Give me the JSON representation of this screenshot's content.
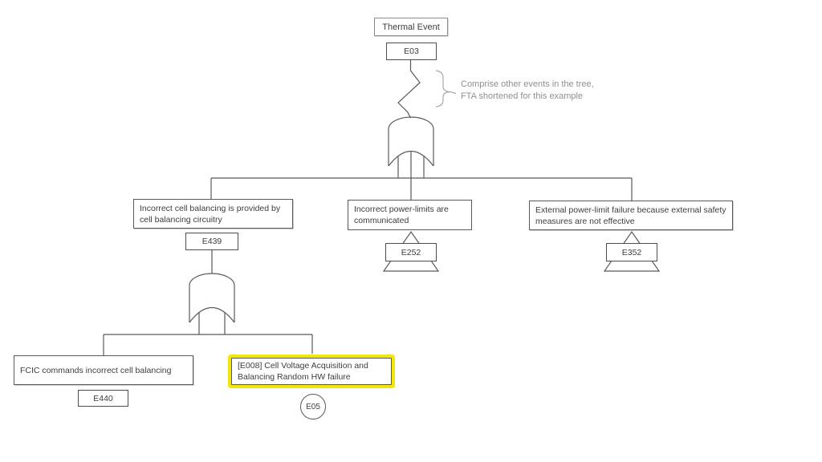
{
  "figure": {
    "type": "fault_tree_analysis",
    "colors": {
      "line": "#595959",
      "highlight_yellow": "#f2e60e",
      "annotation_gray": "#8f8f8f",
      "text": "#3d3d3d"
    },
    "annotation": {
      "line1": "Comprise other events in the tree,",
      "line2": "FTA shortened for this example"
    },
    "gates": {
      "gate1_type": "OR",
      "gate2_type": "OR"
    },
    "nodes": {
      "top": {
        "label": "Thermal Event",
        "id": "E03"
      },
      "cell_balancing": {
        "label": "Incorrect cell balancing is provided by cell balancing circuitry",
        "id": "E439"
      },
      "power_limits": {
        "label": "Incorrect power-limits are communicated",
        "id": "E252",
        "symbol": "transfer-triangle"
      },
      "external_power_limit": {
        "label": "External power-limit failure because external safety measures are not effective",
        "id": "E352",
        "symbol": "transfer-triangle"
      },
      "fcic": {
        "label": "FCIC commands incorrect cell balancing",
        "id": "E440"
      },
      "hw_failure": {
        "label": "[E008] Cell Voltage Acquisition and Balancing Random HW failure",
        "id": "E05",
        "highlighted": true,
        "symbol": "basic-event-circle"
      }
    }
  }
}
